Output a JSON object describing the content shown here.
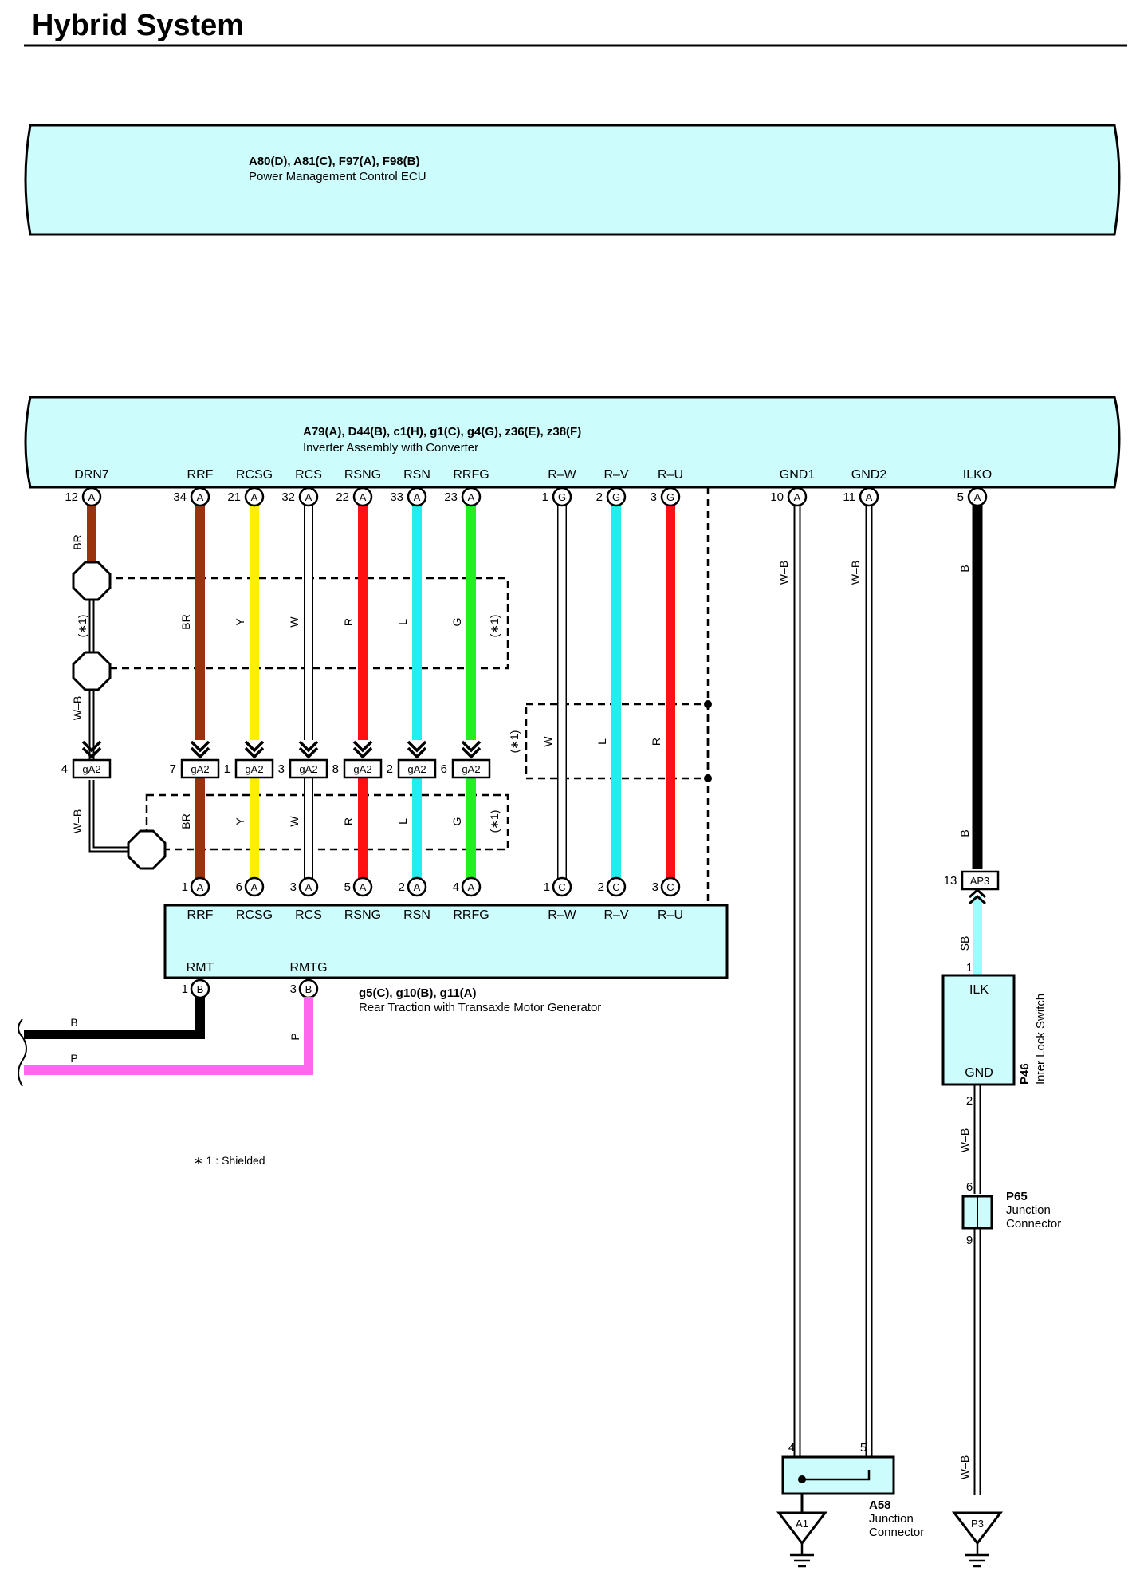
{
  "title": "Hybrid System",
  "ecu": {
    "code": "A80(D), A81(C), F97(A), F98(B)",
    "name": "Power Management Control ECU"
  },
  "inverter": {
    "code": "A79(A), D44(B), c1(H), g1(C), g4(G), z36(E), z38(F)",
    "name": "Inverter Assembly with Converter",
    "terminals": [
      {
        "name": "DRN7",
        "pin": "12",
        "conn": "A"
      },
      {
        "name": "RRF",
        "pin": "34",
        "conn": "A"
      },
      {
        "name": "RCSG",
        "pin": "21",
        "conn": "A"
      },
      {
        "name": "RCS",
        "pin": "32",
        "conn": "A"
      },
      {
        "name": "RSNG",
        "pin": "22",
        "conn": "A"
      },
      {
        "name": "RSN",
        "pin": "33",
        "conn": "A"
      },
      {
        "name": "RRFG",
        "pin": "23",
        "conn": "A"
      },
      {
        "name": "R–W",
        "pin": "1",
        "conn": "G"
      },
      {
        "name": "R–V",
        "pin": "2",
        "conn": "G"
      },
      {
        "name": "R–U",
        "pin": "3",
        "conn": "G"
      },
      {
        "name": "GND1",
        "pin": "10",
        "conn": "A"
      },
      {
        "name": "GND2",
        "pin": "11",
        "conn": "A"
      },
      {
        "name": "ILKO",
        "pin": "5",
        "conn": "A"
      }
    ]
  },
  "motor": {
    "code": "g5(C), g10(B), g11(A)",
    "name": "Rear Traction with Transaxle Motor Generator",
    "terminals": [
      {
        "name": "RRF",
        "pin": "1",
        "conn": "A"
      },
      {
        "name": "RCSG",
        "pin": "6",
        "conn": "A"
      },
      {
        "name": "RCS",
        "pin": "3",
        "conn": "A"
      },
      {
        "name": "RSNG",
        "pin": "5",
        "conn": "A"
      },
      {
        "name": "RSN",
        "pin": "2",
        "conn": "A"
      },
      {
        "name": "RRFG",
        "pin": "4",
        "conn": "A"
      },
      {
        "name": "R–W",
        "pin": "1",
        "conn": "C"
      },
      {
        "name": "R–V",
        "pin": "2",
        "conn": "C"
      },
      {
        "name": "R–U",
        "pin": "3",
        "conn": "C"
      }
    ],
    "bottom_terminals": [
      {
        "name": "RMT",
        "pin": "1",
        "conn": "B"
      },
      {
        "name": "RMTG",
        "pin": "3",
        "conn": "B"
      }
    ]
  },
  "ga2": {
    "label": "gA2",
    "pins": [
      "4",
      "7",
      "1",
      "3",
      "8",
      "2",
      "6"
    ]
  },
  "wire_colors_upper": [
    "BR",
    "BR",
    "Y",
    "W",
    "R",
    "L",
    "G"
  ],
  "wire_colors_lower": [
    "W–B",
    "BR",
    "Y",
    "W",
    "R",
    "L",
    "G"
  ],
  "wire_colors_phase": [
    "W",
    "L",
    "R"
  ],
  "shield_label": "(∗1)",
  "gnd_wire_color": "W–B",
  "ilko_wire": "B",
  "ap3": {
    "label": "AP3",
    "pin": "13",
    "wire_below": "SB"
  },
  "interlock": {
    "code": "P46",
    "name": "Inter Lock Switch",
    "top": "ILK",
    "bottom": "GND",
    "pin_top": "1",
    "pin_bottom": "2",
    "wire_below": "W–B"
  },
  "p65": {
    "code": "P65",
    "name_line1": "Junction",
    "name_line2": "Connector",
    "pin_top": "6",
    "pin_bottom": "9",
    "wire_below": "W–B"
  },
  "a58": {
    "code": "A58",
    "name_line1": "Junction",
    "name_line2": "Connector",
    "pin_left": "4",
    "pin_right": "5"
  },
  "grounds": [
    "A1",
    "P3"
  ],
  "left_wires": [
    {
      "label": "B"
    },
    {
      "label": "P"
    }
  ],
  "rmtg_wire": "P",
  "note": "∗ 1 : Shielded",
  "colors": {
    "body_fill": "#ccfcfc",
    "BR": "#99330e",
    "Y": "#ffee00",
    "R": "#ff1111",
    "L": "#22eeee",
    "G": "#22ee22",
    "P": "#ff66ee",
    "SB": "#99ffff",
    "B": "#000000"
  }
}
